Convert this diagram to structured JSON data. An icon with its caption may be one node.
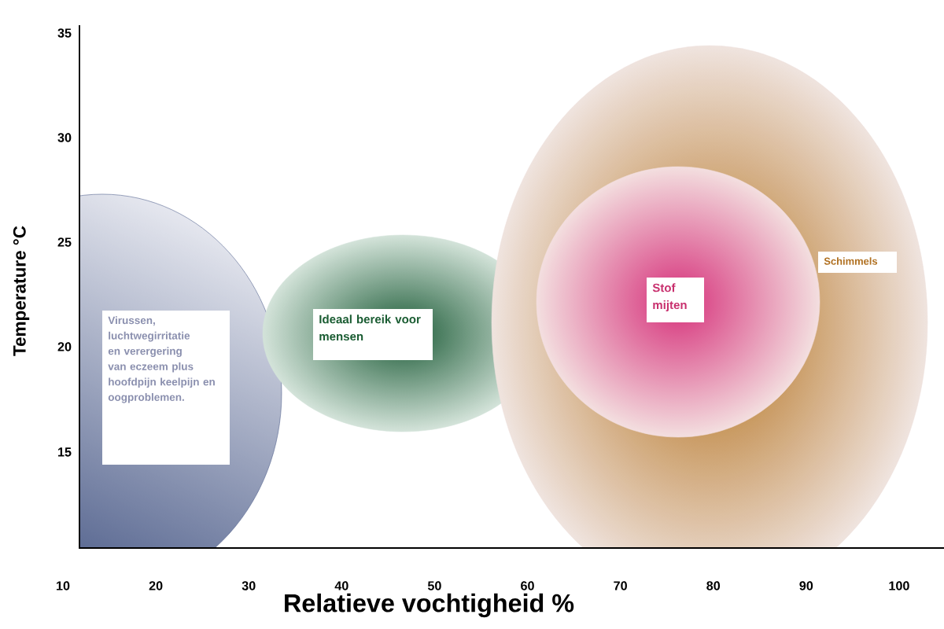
{
  "diagram": {
    "nodes": [
      {
        "text": [
          "Virussen, luchtwegirritatie en verergering van eczeem plus hoofdpijn keelpijn en oogproblemen."
        ]
      },
      {
        "text": [
          "Ideaal bereik voor mensen"
        ]
      },
      {
        "text": [
          "Schimmels"
        ]
      },
      {
        "text": [
          "Stof mijten"
        ],
        "in": 2
      }
    ],
    "labels": [
      "35",
      "30",
      "25",
      "20",
      "15",
      "Temperature °C",
      "10",
      "20",
      "30",
      "40",
      "50",
      "60",
      "70",
      "80",
      "90",
      "100",
      "Relatieve vochtigheid %"
    ]
  }
}
